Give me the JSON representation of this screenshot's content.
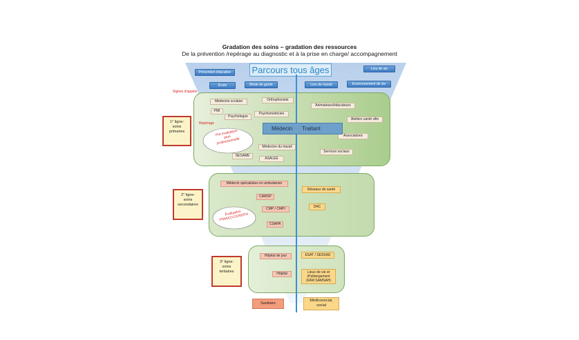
{
  "title": "Gradation des soins – gradation des ressources",
  "subtitle": "De la prévention /repérage  au diagnostic et à la prise en charge/ accompagnement",
  "main_title": "Parcours tous âges",
  "top_tags": {
    "prevention": "Prévention éducative",
    "ecole": "École",
    "mode_garde": "Mode de garde",
    "lieu_vie": "Lieu de vie",
    "lieu_travail": "Lieu de travail",
    "environnement": "Environnement de vie"
  },
  "signes": "Signes d'appels",
  "reperage": "Repérage",
  "levels": {
    "l1": {
      "line1": "1° ligne:",
      "line2": "soins",
      "line3": "primaires"
    },
    "l2": {
      "line1": "2° ligne:",
      "line2": "soins",
      "line3": "secondaires"
    },
    "l3": {
      "line1": "3° ligne:",
      "line2": "soins",
      "line3": "tertiaires"
    }
  },
  "primary": {
    "medecine_scolaire": "Médecine scolaire",
    "orthophoniste": "Orthophoniste",
    "pmi": "PMI",
    "psychologue": "Psychologue",
    "psychomotricien": "Psychomotricien",
    "medecine_travail": "Médecine du travail",
    "sesame": "SESAME",
    "asalee": "ASALEE",
    "animateurs": "Animateurs/éducateurs",
    "ateliers": "Ateliers santé ville",
    "associations": "Associations",
    "services_sociaux": "Services sociaux",
    "medecin": "Médecin",
    "traitant": "Traitant",
    "cloud_l1": "Pré évaluation",
    "cloud_l2": "pluri",
    "cloud_l3": "professionnelle"
  },
  "secondary": {
    "specialistes": "Médecin spécialistes en ambulatoire",
    "camsp": "CAMSP",
    "cmp": "CMP / CMPI",
    "csapa": "CSAPA",
    "reseaux": "Réseaux de santé",
    "dac": "DAC",
    "cloud_l1": "Évaluation",
    "cloud_l2": "PSM/CCC/CRDPH"
  },
  "tertiary": {
    "hopital_jour": "Hôpital de jour",
    "hopital": "Hôpital",
    "esat": "ESAT / SESSAD",
    "lieux_l1": "Lieux de vie et",
    "lieux_l2": "d'hébergement",
    "lieux_l3": "(FAM SAMSAH)"
  },
  "footer": {
    "sanitaire": "Sanitaire",
    "medico_l1": "Médicosocial,",
    "medico_l2": "social"
  },
  "colors": {
    "funnel_top": "#bcd3ee",
    "funnel_bottom": "#e9f1fa",
    "band_green": "#a9cd8c",
    "axis_blue": "#3d8fd0",
    "level_border": "#c0392b",
    "salmon": "#f6c6b5",
    "yellow": "#fbd889"
  }
}
